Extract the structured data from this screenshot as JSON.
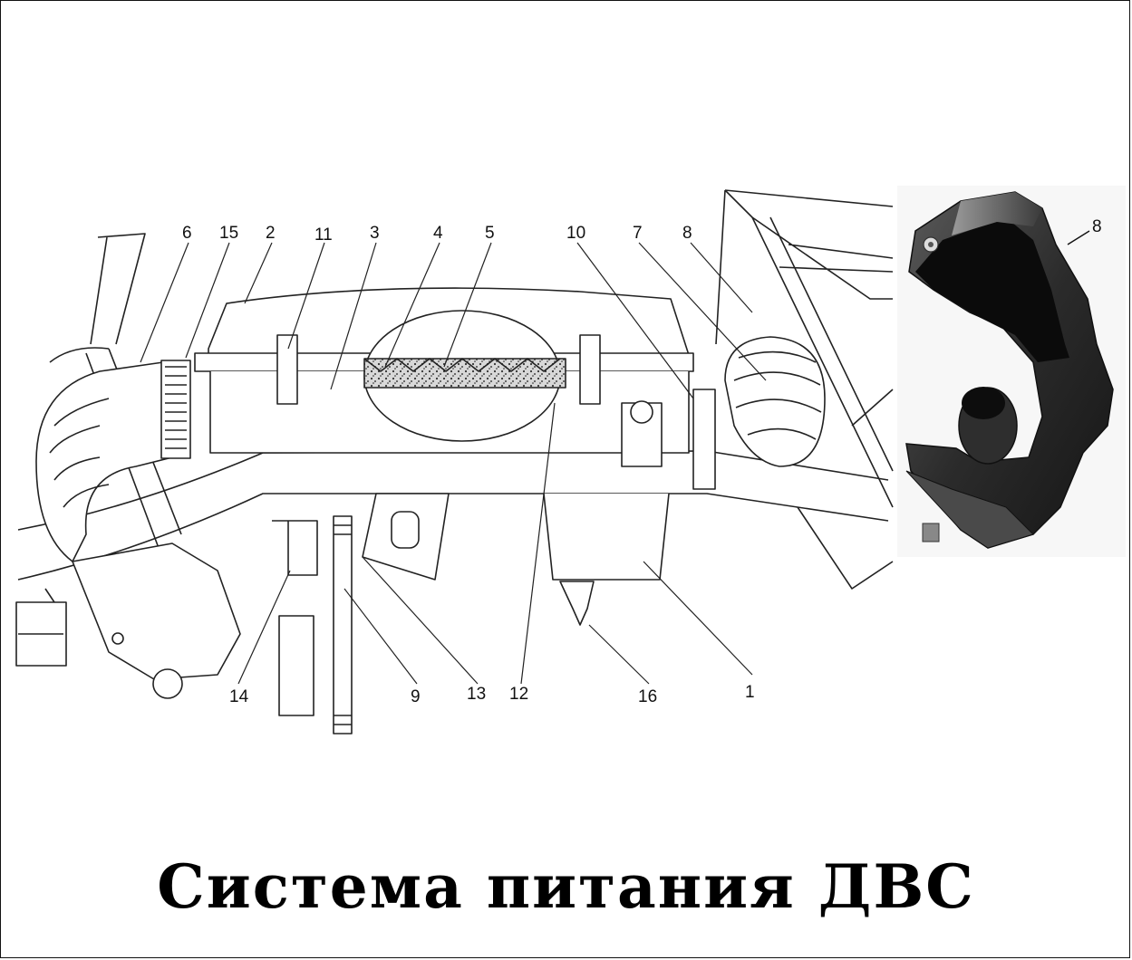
{
  "title": "Система питания ДВС",
  "callouts": {
    "c1": "1",
    "c2": "2",
    "c3": "3",
    "c4": "4",
    "c5": "5",
    "c6": "6",
    "c7": "7",
    "c8": "8",
    "c9": "9",
    "c10": "10",
    "c11": "11",
    "c12": "12",
    "c13": "13",
    "c14": "14",
    "c15": "15",
    "c16": "16",
    "inset8": "8"
  }
}
